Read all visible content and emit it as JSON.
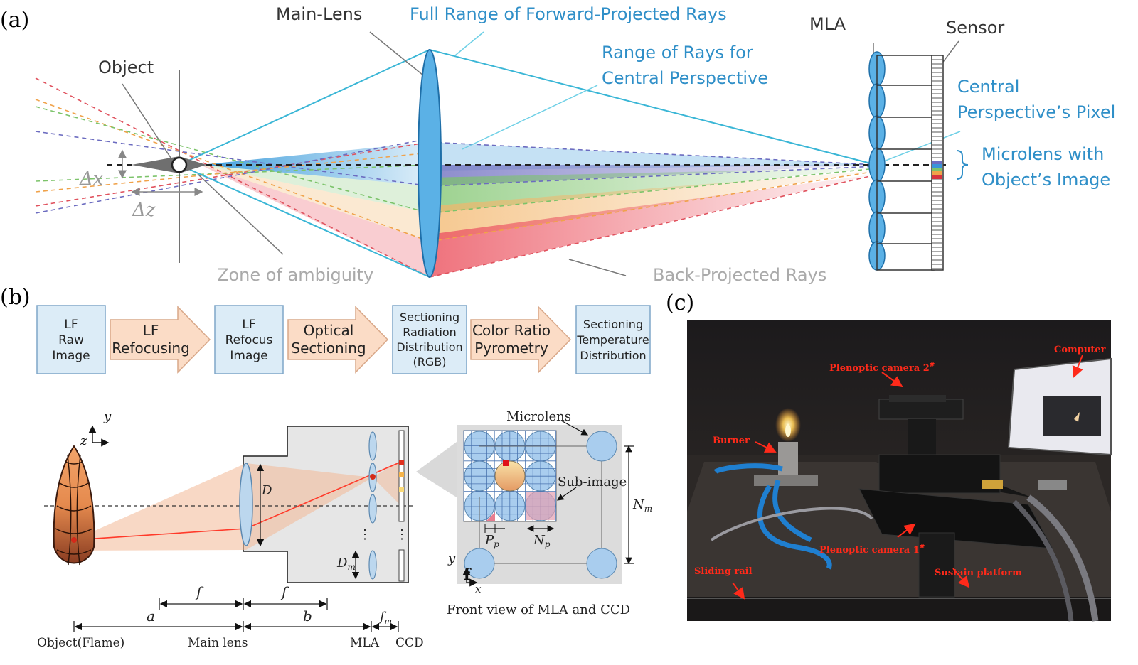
{
  "panels": {
    "a": "(a)",
    "b": "(b)",
    "c": "(c)"
  },
  "a": {
    "main_lens": "Main-Lens",
    "full_range": "Full Range of Forward-Projected Rays",
    "range_central_1": "Range of Rays for",
    "range_central_2": "Central Perspective",
    "mla": "MLA",
    "sensor": "Sensor",
    "central_pixel_1": "Central",
    "central_pixel_2": "Perspective’s Pixel",
    "microlens_image_1": "Microlens with",
    "microlens_image_2": "Object’s Image",
    "object": "Object",
    "dx": "Δx",
    "dz": "Δz",
    "zone": "Zone of ambiguity",
    "back_projected": "Back-Projected Rays"
  },
  "b": {
    "flow_boxes": [
      [
        "LF",
        "Raw",
        "Image"
      ],
      [
        "LF",
        "Refocus",
        "Image"
      ],
      [
        "Sectioning",
        "Radiation",
        "Distribution",
        "(RGB)"
      ],
      [
        "Sectioning",
        "Temperature",
        "Distribution"
      ]
    ],
    "flow_arrows": [
      [
        "LF",
        "Refocusing"
      ],
      [
        "Optical",
        "Sectioning"
      ],
      [
        "Color Ratio",
        "Pyrometry"
      ]
    ],
    "axis_y": "y",
    "axis_z": "z",
    "D": "D",
    "Dm": "D",
    "Dm_sub": "m",
    "dots": "⋮",
    "f1": "f",
    "f2": "f",
    "a": "a",
    "b": "b",
    "fm": "f",
    "fm_sub": "m",
    "obj_flame": "Object(Flame)",
    "main_lens": "Main lens",
    "mla": "MLA",
    "ccd": "CCD",
    "microlens": "Microlens",
    "sub_image": "Sub-image",
    "Pp": "P",
    "Pp_sub": "p",
    "Np": "N",
    "Np_sub": "p",
    "Nm": "N",
    "Nm_sub": "m",
    "fv_y": "y",
    "fv_x": "x",
    "fv_f": "f",
    "front_view": "Front view of MLA and CCD"
  },
  "c": {
    "computer": "Computer",
    "cam2": "Plenoptic camera 2",
    "cam2_sup": "#",
    "burner": "Burner",
    "cam1": "Plenoptic camera 1",
    "cam1_sup": "#",
    "rail": "Sliding rail",
    "platform": "Sustain platform"
  },
  "colors": {
    "lens_fill": "#5bb1e6",
    "label_blue": "#2f8fc8",
    "box_fill": "#dcecf7",
    "arrow_fill": "#fbdcc6",
    "photo_red": "#ff2a1a"
  }
}
